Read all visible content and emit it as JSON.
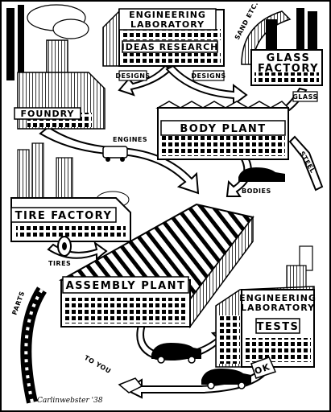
{
  "buildings": {
    "engineering_top_line1": "ENGINEERING",
    "engineering_top_line2": "LABORATORY",
    "ideas_research": "IDEAS RESEARCH",
    "glass_factory_line1": "GLASS",
    "glass_factory_line2": "FACTORY",
    "foundry": "FOUNDRY",
    "body_plant": "BODY PLANT",
    "tire_factory": "TIRE FACTORY",
    "assembly_plant": "ASSEMBLY PLANT",
    "engineering_bottom_line1": "ENGINEERING",
    "engineering_bottom_line2": "LABORATORY",
    "tests": "TESTS"
  },
  "flow_labels": {
    "designs_left": "DESIGNS",
    "designs_right": "DESIGNS",
    "sand_etc": "SAND ETC.",
    "glass": "GLASS",
    "engines": "ENGINES",
    "steel": "STEEL",
    "bodies": "BODIES",
    "tires": "TIRES",
    "parts": "PARTS",
    "ok": "OK",
    "to_you": "TO YOU"
  },
  "signature": "Carlinwebster '38"
}
